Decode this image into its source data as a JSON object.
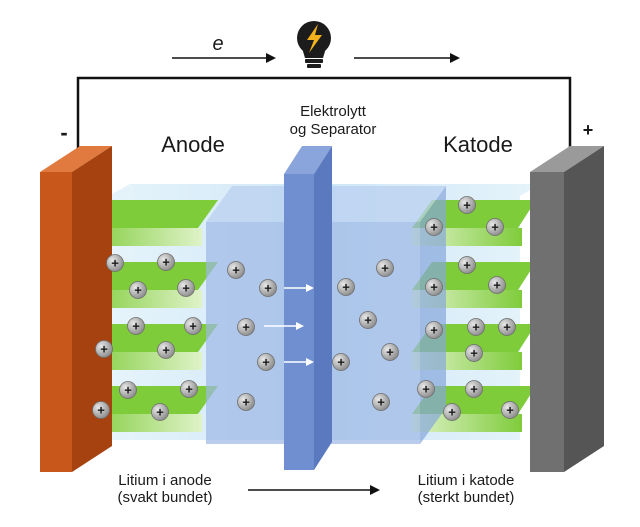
{
  "labels": {
    "electron": "e",
    "minus": "-",
    "plus": "+",
    "anode": "Anode",
    "cathode": "Katode",
    "electrolyte_line1": "Elektrolytt",
    "electrolyte_line2": "og Separator",
    "anode_caption_line1": "Litium i anode",
    "anode_caption_line2": "(svakt bundet)",
    "cathode_caption_line1": "Litium i katode",
    "cathode_caption_line2": "(sterkt bundet)",
    "ion_sign": "+"
  },
  "colors": {
    "anode_plate": "#c8571b",
    "cathode_plate": "#6f6f6f",
    "electrolyte": "#9cb8e6",
    "separator": "#6f8fd0",
    "layer_green": "#7fcc3b",
    "ion": "#9a9a9a",
    "bulb": "#1c1c1c",
    "bolt": "#f3b21b"
  }
}
